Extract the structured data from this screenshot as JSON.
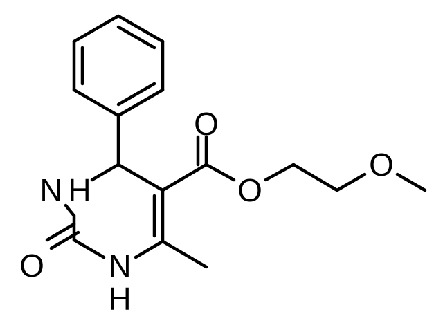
{
  "atom_labels": {
    "carbonyl_oxygen": "O",
    "ester_oxygen": "O",
    "ether_oxygen": "O",
    "urea_oxygen": "O",
    "nh_top_n": "N",
    "nh_top_h": "H",
    "nh_bottom_n": "N",
    "nh_bottom_h": "H"
  },
  "colors": {
    "bond": "#000000",
    "label": "#000000",
    "background": "#ffffff"
  }
}
